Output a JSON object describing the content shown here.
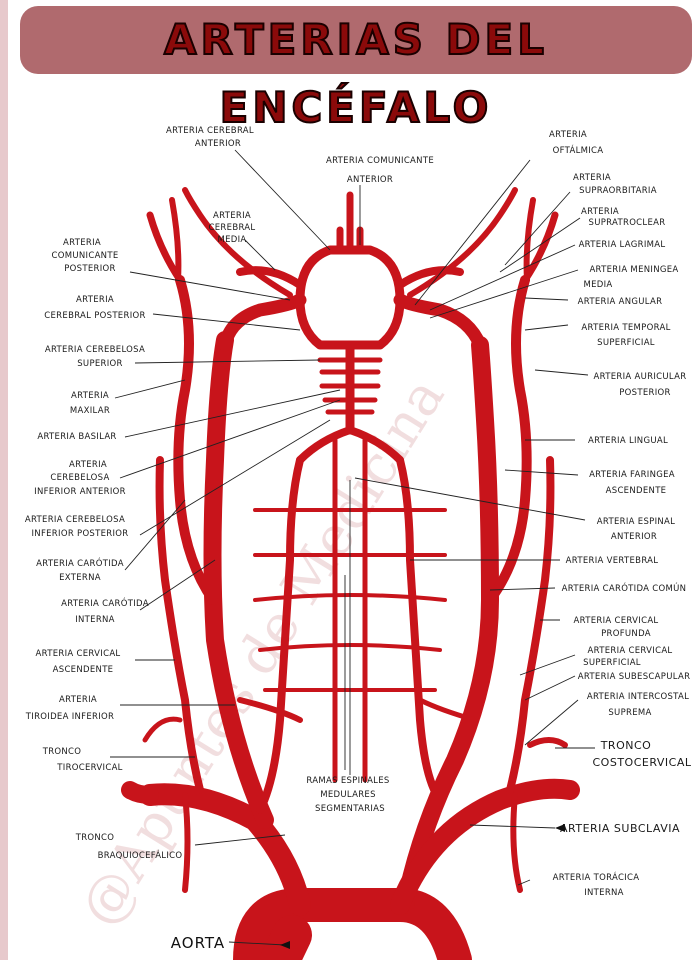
{
  "title": "ARTERIAS DEL ENCÉFALO",
  "watermark": "@Apuntes de Medicina",
  "colors": {
    "artery": "#c8141b",
    "artery_dark": "#8e0d12",
    "banner": "#b06a6e",
    "title_text": "#8b0a0a"
  },
  "labels": {
    "cerebral_anterior": [
      "ARTERIA CEREBRAL",
      "ANTERIOR"
    ],
    "comunicante_anterior": [
      "ARTERIA COMUNICANTE",
      "ANTERIOR"
    ],
    "cerebral_media": [
      "ARTERIA",
      "CEREBRAL",
      "MEDIA"
    ],
    "comunicante_posterior": [
      "ARTERIA",
      "COMUNICANTE",
      "POSTERIOR"
    ],
    "cerebral_posterior": [
      "ARTERIA",
      "CEREBRAL POSTERIOR"
    ],
    "cerebelosa_superior": [
      "ARTERIA CEREBELOSA",
      "SUPERIOR"
    ],
    "maxilar": [
      "ARTERIA",
      "MAXILAR"
    ],
    "basilar": [
      "ARTERIA BASILAR"
    ],
    "cerebelosa_inf_anterior": [
      "ARTERIA",
      "CEREBELOSA",
      "INFERIOR ANTERIOR"
    ],
    "cerebelosa_inf_posterior": [
      "ARTERIA CEREBELOSA",
      "INFERIOR POSTERIOR"
    ],
    "carotida_externa": [
      "ARTERIA CARÓTIDA",
      "EXTERNA"
    ],
    "carotida_interna": [
      "ARTERIA CARÓTIDA",
      "INTERNA"
    ],
    "cervical_ascendente": [
      "ARTERIA CERVICAL",
      "ASCENDENTE"
    ],
    "tiroidea_inferior": [
      "ARTERIA",
      "TIROIDEA INFERIOR"
    ],
    "tronco_tirocervical": [
      "TRONCO",
      "TIROCERVICAL"
    ],
    "tronco_braquiocefalico": [
      "TRONCO",
      "BRAQUIOCEFÁLICO"
    ],
    "aorta": "AORTA",
    "ramas_espinales": [
      "RAMAS ESPINALES",
      "MEDULARES",
      "SEGMENTARIAS"
    ],
    "oftalmica": [
      "ARTERIA",
      "OFTÁLMICA"
    ],
    "supraorbitaria": [
      "ARTERIA",
      "SUPRAORBITARIA"
    ],
    "supratroclear": [
      "ARTERIA",
      "SUPRATROCLEAR"
    ],
    "lagrimal": [
      "ARTERIA LAGRIMAL"
    ],
    "meningea_media": [
      "ARTERIA MENINGEA",
      "MEDIA"
    ],
    "angular": [
      "ARTERIA ANGULAR"
    ],
    "temporal_superficial": [
      "ARTERIA TEMPORAL",
      "SUPERFICIAL"
    ],
    "auricular_posterior": [
      "ARTERIA AURICULAR",
      "POSTERIOR"
    ],
    "lingual": [
      "ARTERIA LINGUAL"
    ],
    "faringea_ascendente": [
      "ARTERIA FARINGEA",
      "ASCENDENTE"
    ],
    "espinal_anterior": [
      "ARTERIA ESPINAL",
      "ANTERIOR"
    ],
    "vertebral": [
      "ARTERIA VERTEBRAL"
    ],
    "carotida_comun": [
      "ARTERIA CARÓTIDA COMÚN"
    ],
    "cervical_profunda": [
      "ARTERIA CERVICAL",
      "PROFUNDA"
    ],
    "cervical_superficial": [
      "ARTERIA CERVICAL",
      "SUPERFICIAL"
    ],
    "subescapular": [
      "ARTERIA SUBESCAPULAR"
    ],
    "intercostal_suprema": [
      "ARTERIA INTERCOSTAL",
      "SUPREMA"
    ],
    "tronco_costocervical": [
      "TRONCO",
      "COSTOCERVICAL"
    ],
    "subclavia": [
      "ARTERIA SUBCLAVIA"
    ],
    "toracica_interna": [
      "ARTERIA TORÁCICA",
      "INTERNA"
    ]
  }
}
